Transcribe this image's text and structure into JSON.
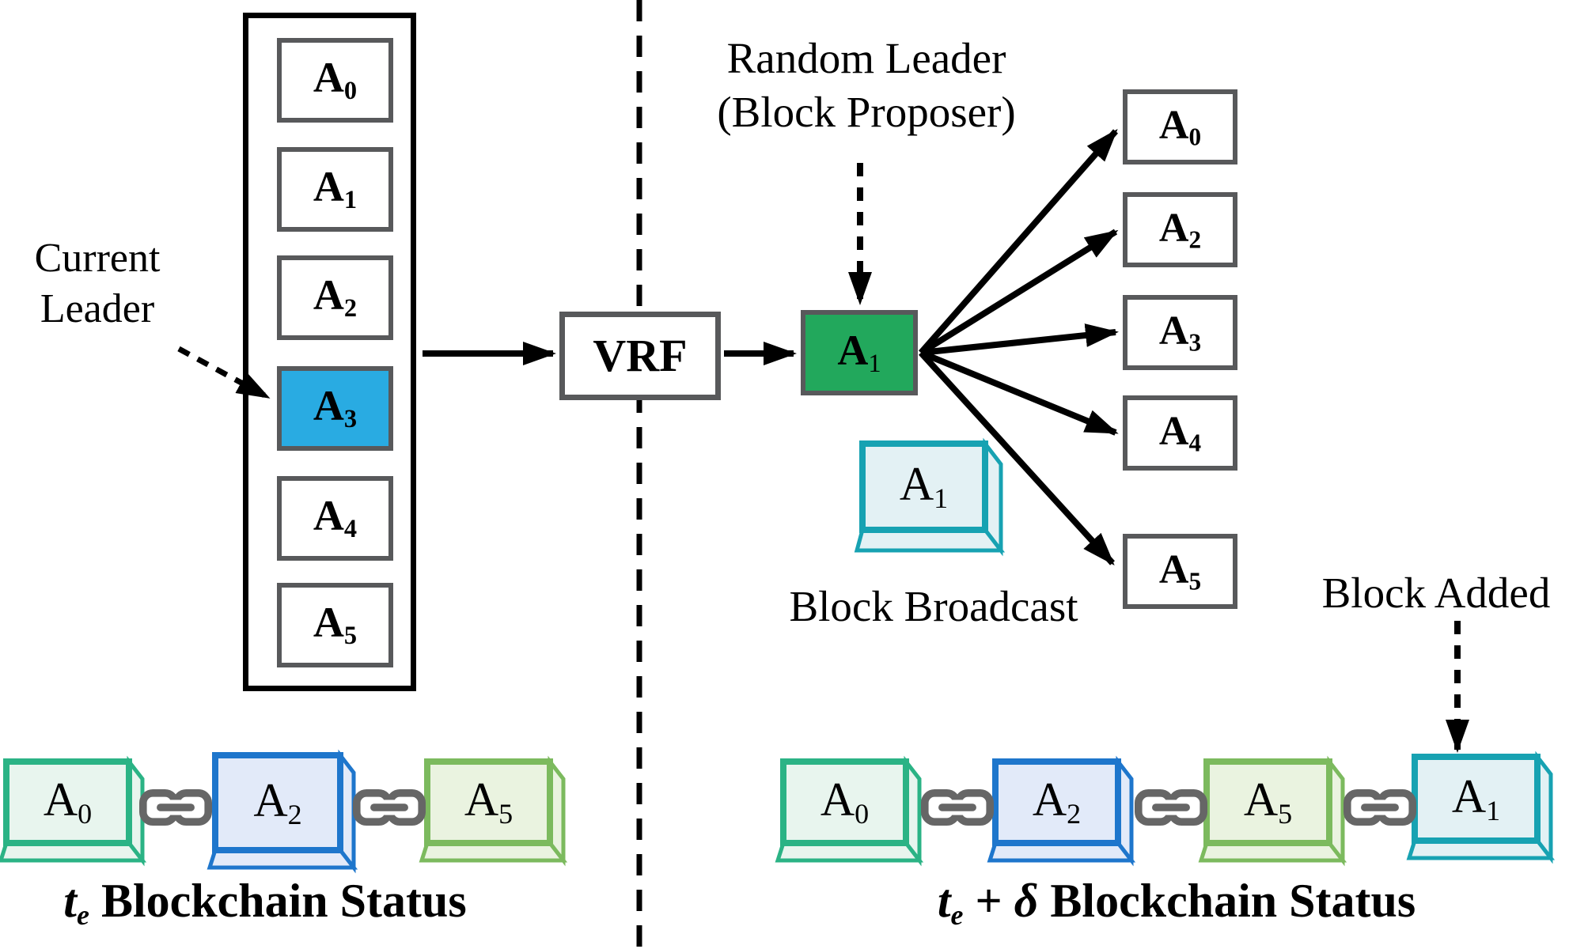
{
  "left_panel": {
    "current_leader_label": "Current Leader",
    "members": [
      {
        "base": "A",
        "sub": "0"
      },
      {
        "base": "A",
        "sub": "1"
      },
      {
        "base": "A",
        "sub": "2"
      },
      {
        "base": "A",
        "sub": "3"
      },
      {
        "base": "A",
        "sub": "4"
      },
      {
        "base": "A",
        "sub": "5"
      }
    ]
  },
  "vrf": {
    "label": "VRF"
  },
  "leader": {
    "annotation": "Random Leader (Block Proposer)",
    "label": {
      "base": "A",
      "sub": "1"
    }
  },
  "receivers": [
    {
      "base": "A",
      "sub": "0"
    },
    {
      "base": "A",
      "sub": "2"
    },
    {
      "base": "A",
      "sub": "3"
    },
    {
      "base": "A",
      "sub": "4"
    },
    {
      "base": "A",
      "sub": "5"
    }
  ],
  "broadcast": {
    "block": {
      "base": "A",
      "sub": "1"
    },
    "label": "Block Broadcast"
  },
  "block_added": {
    "label": "Block Added"
  },
  "chain_before": {
    "blocks": [
      {
        "base": "A",
        "sub": "0"
      },
      {
        "base": "A",
        "sub": "2"
      },
      {
        "base": "A",
        "sub": "5"
      }
    ],
    "caption": {
      "t": "t",
      "t_sub": "e",
      "rest": " Blockchain Status"
    }
  },
  "chain_after": {
    "blocks": [
      {
        "base": "A",
        "sub": "0"
      },
      {
        "base": "A",
        "sub": "2"
      },
      {
        "base": "A",
        "sub": "5"
      },
      {
        "base": "A",
        "sub": "1"
      }
    ],
    "caption": {
      "t": "t",
      "t_sub": "e",
      "plus": " + ",
      "delta": "δ",
      "rest": " Blockchain Status"
    }
  },
  "colors": {
    "current_leader_fill": "#29ABE2",
    "random_leader_fill": "#22A85C",
    "node_border": "#58595B",
    "chain_link_gray": "#666666",
    "block_teal_green_border": "#2BB385",
    "block_blue_border": "#1E76CC",
    "block_green_border": "#7CBA5E",
    "block_cyan_border": "#17A2B2",
    "block_teal_green_fill": "#E8F5EE",
    "block_blue_fill": "#E2EAF9",
    "block_green_fill": "#EAF3E0",
    "block_cyan_fill": "#E3F1F4"
  }
}
